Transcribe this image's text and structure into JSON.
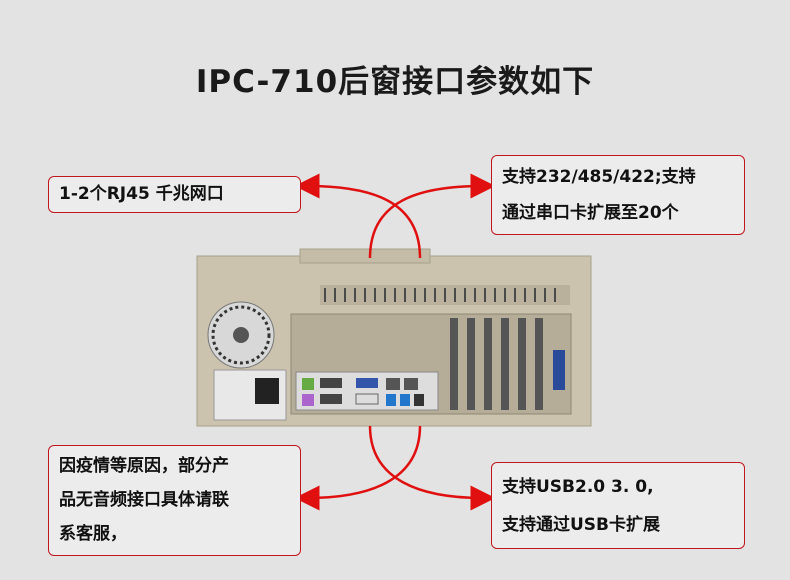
{
  "title": "IPC-710后窗接口参数如下",
  "callouts": {
    "lan": {
      "lines": [
        "1-2个RJ45 千兆网口"
      ]
    },
    "serial": {
      "lines": [
        "支持232/485/422;支持",
        "通过串口卡扩展至20个"
      ]
    },
    "audio": {
      "lines": [
        "因疫情等原因，部分产",
        "品无音频接口具体请联",
        "系客服，"
      ]
    },
    "usb": {
      "lines": [
        "支持USB2.0 3. 0,",
        "支持通过USB卡扩展"
      ]
    }
  },
  "colors": {
    "accent": "#e01010",
    "border": "#c0171f",
    "chassis": "#cfc7b2"
  }
}
